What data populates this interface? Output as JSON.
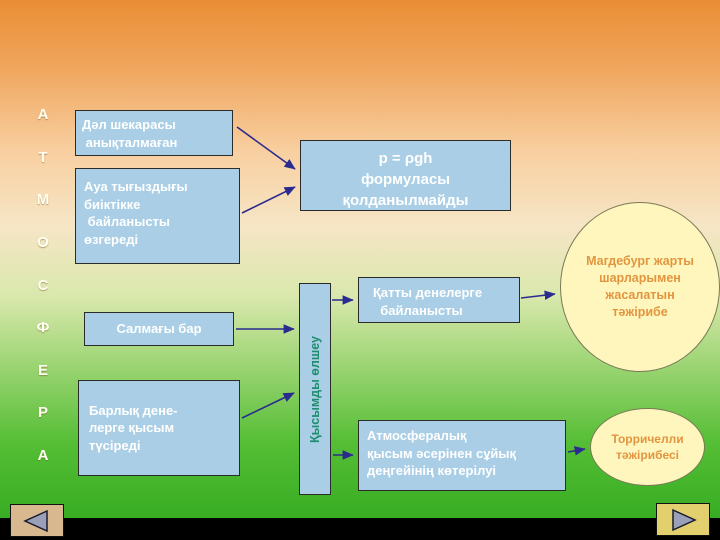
{
  "colors": {
    "bg-top": "#EA8E35",
    "bg-mid": "#F6E6C6",
    "bg-bottom": "#2FA81E",
    "box-bg": "#A9CEE5",
    "box-border": "#2B2B2B",
    "box-text": "#FFFFFF",
    "vertical-box-text": "#1E8E6E",
    "ellipse-bg": "#FFF6BE",
    "ellipse-border": "#7A7A55",
    "ellipse-text": "#E2953F",
    "arrow": "#2B2B8F",
    "letters": "#FFFFF2"
  },
  "letters": [
    "А",
    "Т",
    "М",
    "О",
    "С",
    "Ф",
    "Е",
    "Р",
    "А"
  ],
  "boxes": {
    "undefined_boundary": "Дәл шекарасы\n анықталмаған",
    "air_density": "Ауа тығыздығы\nбиіктікке\n байланысты\nөзгереді",
    "weight": "Салмағы бар",
    "pressure_on_bodies": "Барлық дене-\nлерге қысым\nтүсіреді",
    "formula": "p = ρgh\nформуласы\nқолданылмайды",
    "measure_pressure": "Қысымды өлшеу",
    "solid_bodies": "Қатты денелерге\n  байланысты",
    "liquid_level": "Атмосфералық\nқысым әсерінен сұйық\nдеңгейінің көтерілуі"
  },
  "ellipses": {
    "magdeburg": "Магдебург жарты\nшарларымен\nжасалатын\nтәжірибе",
    "torricelli": "Торричелли\nтәжірибесі"
  }
}
